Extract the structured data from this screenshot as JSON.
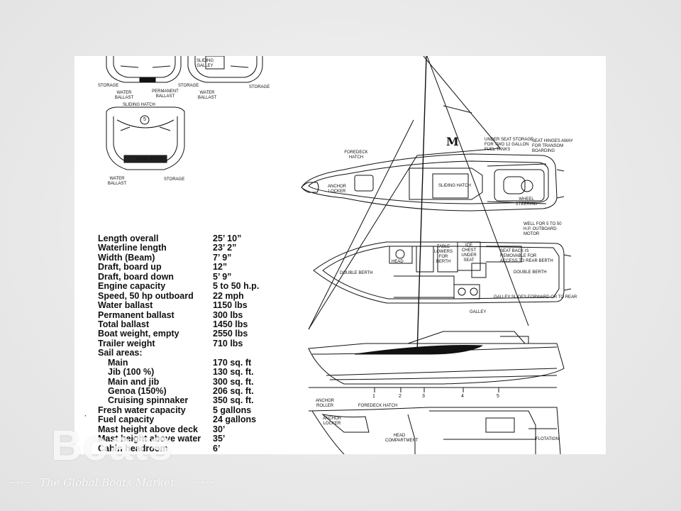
{
  "specs": [
    {
      "label": "Length overall",
      "value": "25’ 10”"
    },
    {
      "label": "Waterline length",
      "value": "23’ 2”"
    },
    {
      "label": "Width (Beam)",
      "value": "7’  9”"
    },
    {
      "label": "Draft, board up",
      "value": "12”"
    },
    {
      "label": "Draft, board down",
      "value": "5’  9”"
    },
    {
      "label": "Engine capacity",
      "value": "5 to 50 h.p."
    },
    {
      "label": "Speed, 50 hp outboard",
      "value": "22 mph"
    },
    {
      "label": "Water ballast",
      "value": "1150 lbs"
    },
    {
      "label": "Permanent ballast",
      "value": "300 lbs"
    },
    {
      "label": "Total ballast",
      "value": "1450 lbs"
    },
    {
      "label": "Boat weight, empty",
      "value": "2550 lbs"
    },
    {
      "label": "Trailer weight",
      "value": "710 lbs"
    },
    {
      "label": "Sail areas:",
      "value": ""
    },
    {
      "label": "Main",
      "value": "170 sq. ft"
    },
    {
      "label": "Jib (100 %)",
      "value": "130 sq. ft."
    },
    {
      "label": "Main and jib",
      "value": "300 sq. ft."
    },
    {
      "label": "Genoa (150%)",
      "value": "206 sq. ft."
    },
    {
      "label": "Cruising spinnaker",
      "value": "350 sq. ft."
    },
    {
      "label": "Fresh water capacity",
      "value": "5 gallons"
    },
    {
      "label": "Fuel capacity",
      "value": "24 gallons"
    },
    {
      "label": "Mast height above deck",
      "value": "30’"
    },
    {
      "label": "Mast height above water",
      "value": "35’"
    },
    {
      "label": "Cabin headroom",
      "value": "6’"
    }
  ],
  "labels": {
    "storage": "STORAGE",
    "water_ballast": "WATER BALLAST",
    "permanent_ballast": "PERMANENT BALLAST",
    "sliding_galley": "SLIDING GALLEY",
    "sliding_hatch": "SLIDING HATCH",
    "rear_berth": "REAR BERTH",
    "five": "5",
    "foredeck_hatch": "FOREDECK HATCH",
    "anchor_locker": "ANCHOR LOCKER",
    "sliding_hatch_deck": "SLIDING HATCH",
    "under_seat_storage": "UNDER SEAT STORAGE FOR TWO 12 GALLON FUEL TANKS",
    "seat_hinges": "SEAT HINGES AWAY FOR TRANSOM BOARDING",
    "wheel_steering": "WHEEL STEERING",
    "well": "WELL FOR 5 TO 50 H.P. OUTBOARD MOTOR",
    "double_berth": "DOUBLE BERTH",
    "head": "HEAD",
    "table": "TABLE LOWERS FOR BERTH",
    "ice_chest": "ICE CHEST UNDER SEAT",
    "seat_back": "SEAT BACK IS REMOVABLE FOR ACCESS TO REAR BERTH",
    "double_berth_aft": "DOUBLE BERTH",
    "galley_slides": "GALLEY SLIDES FORWARD OR TO REAR",
    "galley": "GALLEY",
    "sail_logo": "M",
    "st1": "1",
    "st2": "2",
    "st3": "3",
    "st4": "4",
    "st5": "5",
    "anchor_roller": "ANCHOR ROLLER",
    "foredeck_hatch_2": "FOREDECK HATCH",
    "anchor_locker_2": "ANCHOR LOCKER",
    "head_compartment": "HEAD COMPARTMENT",
    "flotation": "FLOTATION"
  },
  "watermark": {
    "logo": "Boats",
    "tagline": "The Global Boats Market",
    "ornament_left": "∽∾∽",
    "ornament_right": "∽∾∽"
  },
  "marker": "·"
}
